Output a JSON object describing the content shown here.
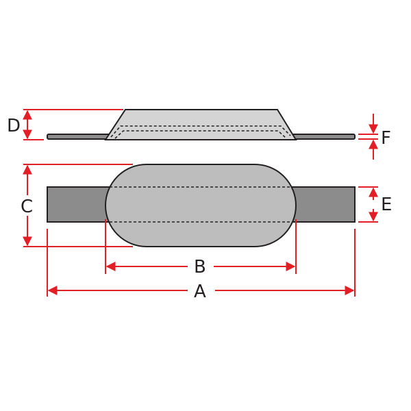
{
  "diagram": {
    "labels": {
      "A": "A",
      "B": "B",
      "C": "C",
      "D": "D",
      "E": "E",
      "F": "F"
    },
    "colors": {
      "dimension": "#e31e24",
      "body": "#bdbdbd",
      "side_body": "#d4d4d4",
      "strap": "#8c8c8c",
      "outline": "#231f20"
    }
  }
}
